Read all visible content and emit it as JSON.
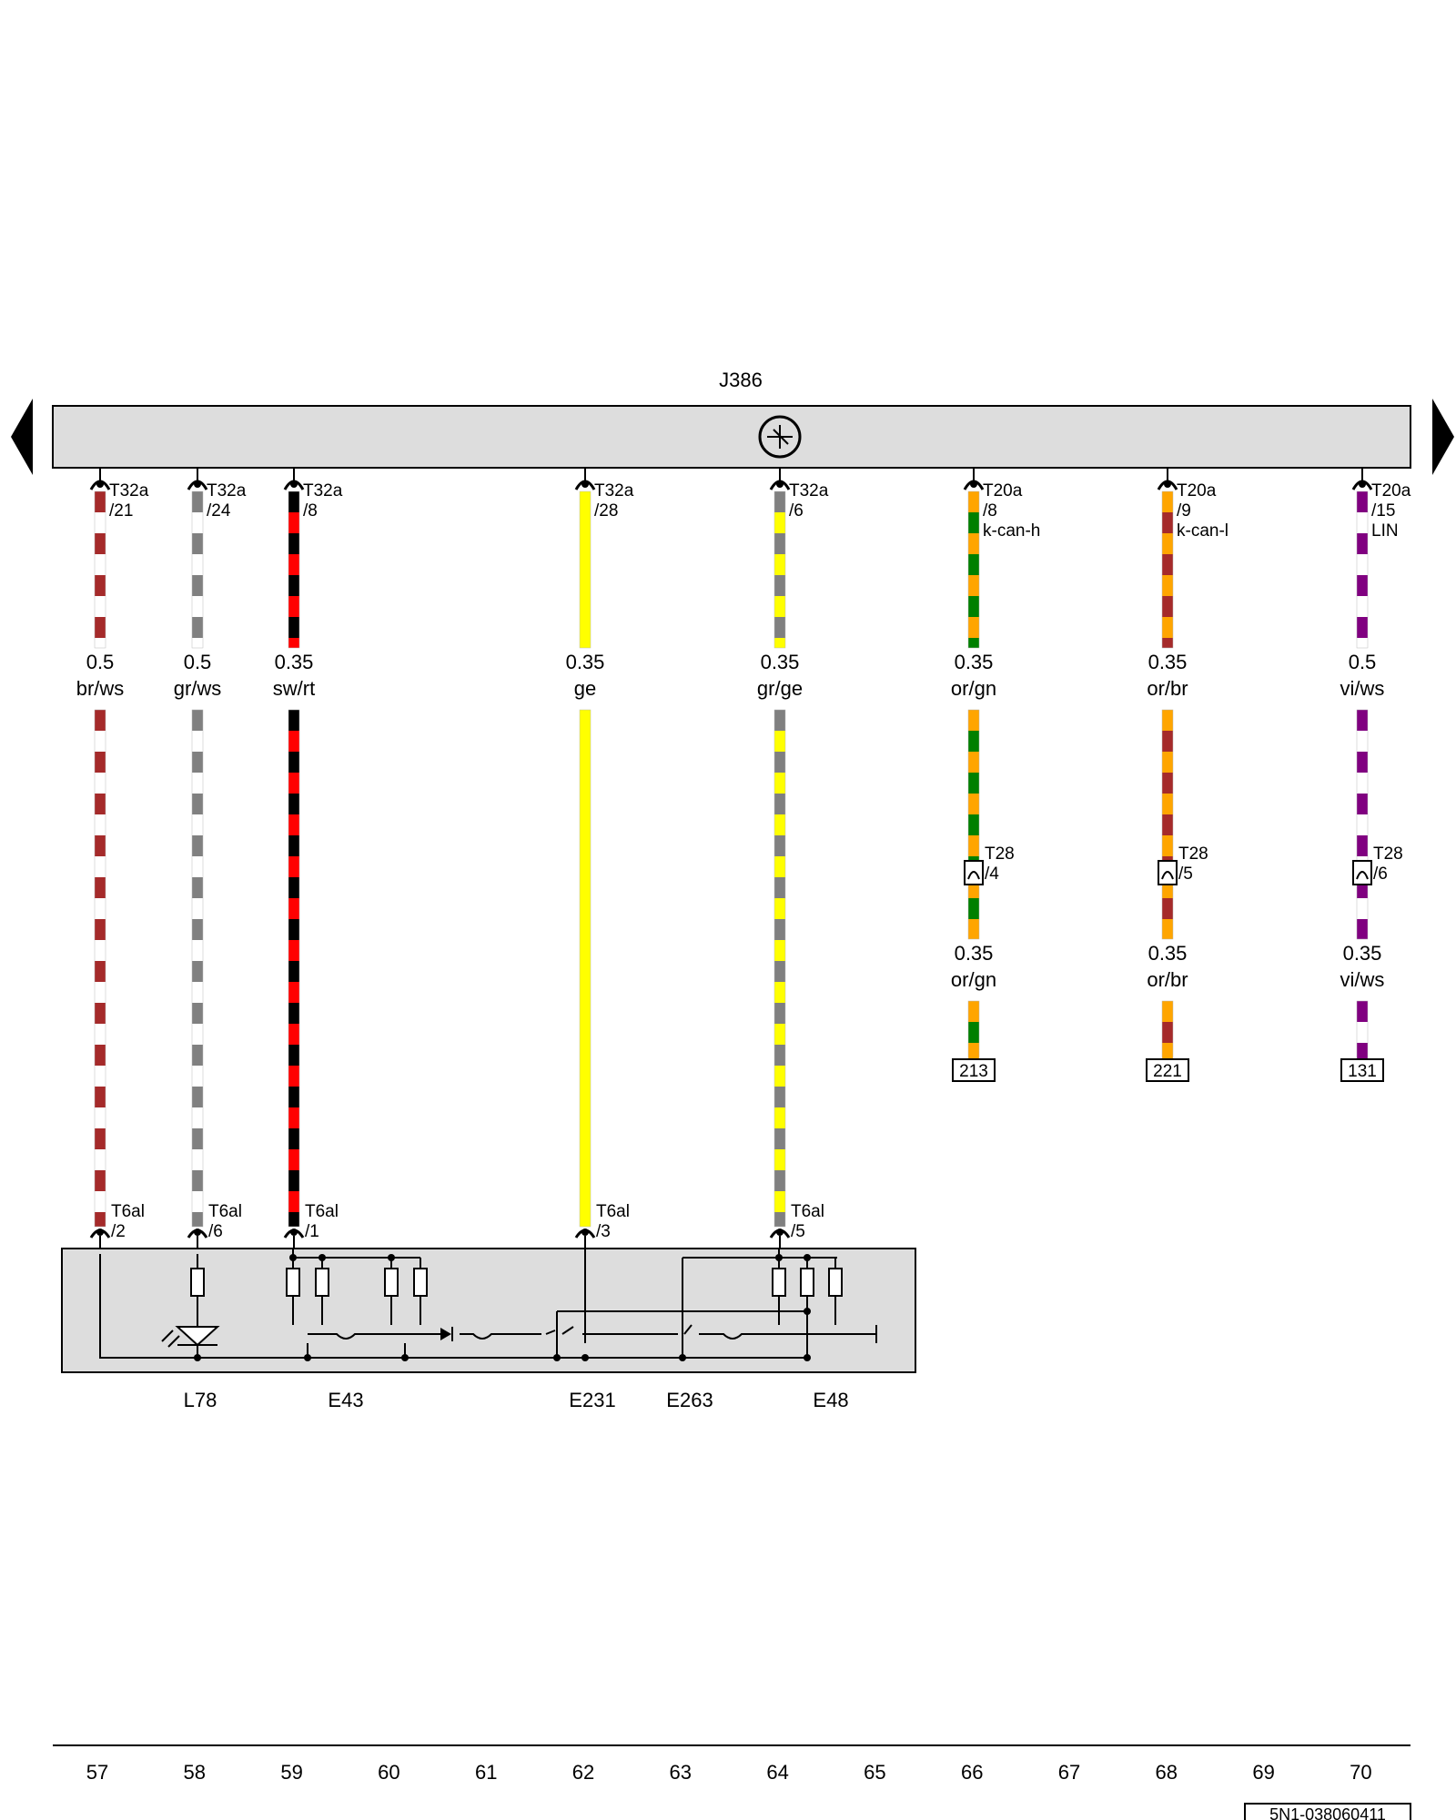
{
  "module": {
    "name": "J386"
  },
  "wires": [
    {
      "colors": [
        "#a52a2a",
        "#ffffff"
      ],
      "top_pin": [
        "T32a",
        "/21"
      ],
      "mid_gauge": "0.5",
      "mid_color": "br/ws",
      "bottom_pin": [
        "T6al",
        "/2"
      ]
    },
    {
      "colors": [
        "#808080",
        "#ffffff"
      ],
      "top_pin": [
        "T32a",
        "/24"
      ],
      "mid_gauge": "0.5",
      "mid_color": "gr/ws",
      "bottom_pin": [
        "T6al",
        "/6"
      ]
    },
    {
      "colors": [
        "#000000",
        "#ff0000"
      ],
      "top_pin": [
        "T32a",
        "/8"
      ],
      "mid_gauge": "0.35",
      "mid_color": "sw/rt",
      "bottom_pin": [
        "T6al",
        "/1"
      ]
    },
    {
      "colors": [
        "#ffff00",
        "#ffff00"
      ],
      "top_pin": [
        "T32a",
        "/28"
      ],
      "mid_gauge": "0.35",
      "mid_color": "ge",
      "bottom_pin": [
        "T6al",
        "/3"
      ]
    },
    {
      "colors": [
        "#808080",
        "#ffff00"
      ],
      "top_pin": [
        "T32a",
        "/6"
      ],
      "mid_gauge": "0.35",
      "mid_color": "gr/ge",
      "bottom_pin": [
        "T6al",
        "/5"
      ]
    },
    {
      "colors": [
        "#ffa500",
        "#008000"
      ],
      "top_pin": [
        "T20a",
        "/8",
        "k-can-h"
      ],
      "mid_gauge": "0.35",
      "mid_color": "or/gn",
      "conn_pin": [
        "T28",
        "/4"
      ],
      "low_gauge": "0.35",
      "low_color": "or/gn",
      "ref": "213"
    },
    {
      "colors": [
        "#ffa500",
        "#a52a2a"
      ],
      "top_pin": [
        "T20a",
        "/9",
        "k-can-l"
      ],
      "mid_gauge": "0.35",
      "mid_color": "or/br",
      "conn_pin": [
        "T28",
        "/5"
      ],
      "low_gauge": "0.35",
      "low_color": "or/br",
      "ref": "221"
    },
    {
      "colors": [
        "#800080",
        "#ffffff"
      ],
      "top_pin": [
        "T20a",
        "/15",
        "LIN"
      ],
      "mid_gauge": "0.5",
      "mid_color": "vi/ws",
      "conn_pin": [
        "T28",
        "/6"
      ],
      "low_gauge": "0.35",
      "low_color": "vi/ws",
      "ref": "131"
    }
  ],
  "components": [
    "L78",
    "E43",
    "E231",
    "E263",
    "E48"
  ],
  "grid": [
    "57",
    "58",
    "59",
    "60",
    "61",
    "62",
    "63",
    "64",
    "65",
    "66",
    "67",
    "68",
    "69",
    "70"
  ],
  "doc_number": "5N1-038060411"
}
